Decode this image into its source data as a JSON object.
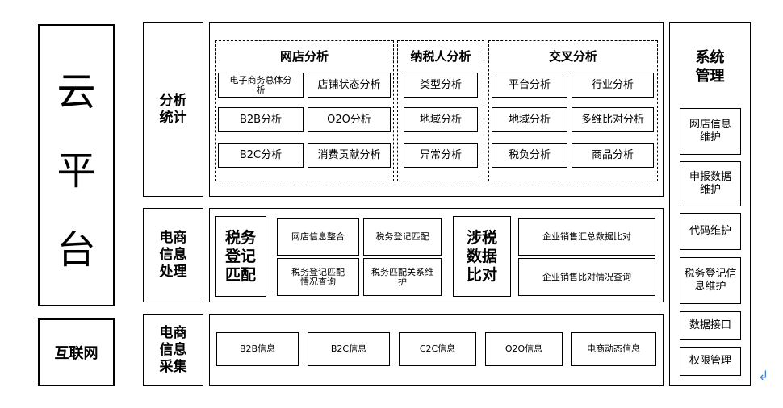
{
  "left": {
    "cloud_chars": [
      "云",
      "平",
      "台"
    ],
    "internet": "互联网"
  },
  "rows": {
    "analysis": {
      "label": "分析\n统计",
      "groups": {
        "shop": {
          "title": "网店分析",
          "items": [
            "电子商务总体分析",
            "店铺状态分析",
            "B2B分析",
            "O2O分析",
            "B2C分析",
            "消费贡献分析"
          ]
        },
        "taxpayer": {
          "title": "纳税人分析",
          "items": [
            "类型分析",
            "地域分析",
            "异常分析"
          ]
        },
        "cross": {
          "title": "交叉分析",
          "items": [
            "平台分析",
            "行业分析",
            "地域分析",
            "多维比对分析",
            "税负分析",
            "商品分析"
          ]
        }
      }
    },
    "processing": {
      "label": "电商\n信息\n处理",
      "tax_match_label": "税务\n登记\n匹配",
      "tax_match_items": [
        "网店信息整合",
        "税务登记匹配",
        "税务登记匹配情况查询",
        "税务匹配关系维护"
      ],
      "tax_compare_label": "涉税\n数据\n比对",
      "tax_compare_items": [
        "企业销售汇总数据比对",
        "企业销售比对情况查询"
      ]
    },
    "collection": {
      "label": "电商\n信息\n采集",
      "items": [
        "B2B信息",
        "B2C信息",
        "C2C信息",
        "O2O信息",
        "电商动态信息"
      ]
    }
  },
  "system": {
    "title": "系统\n管理",
    "items": [
      "网店信息维护",
      "申报数据维护",
      "代码维护",
      "税务登记信息维护",
      "数据接口",
      "权限管理"
    ]
  },
  "return_mark": "↲"
}
